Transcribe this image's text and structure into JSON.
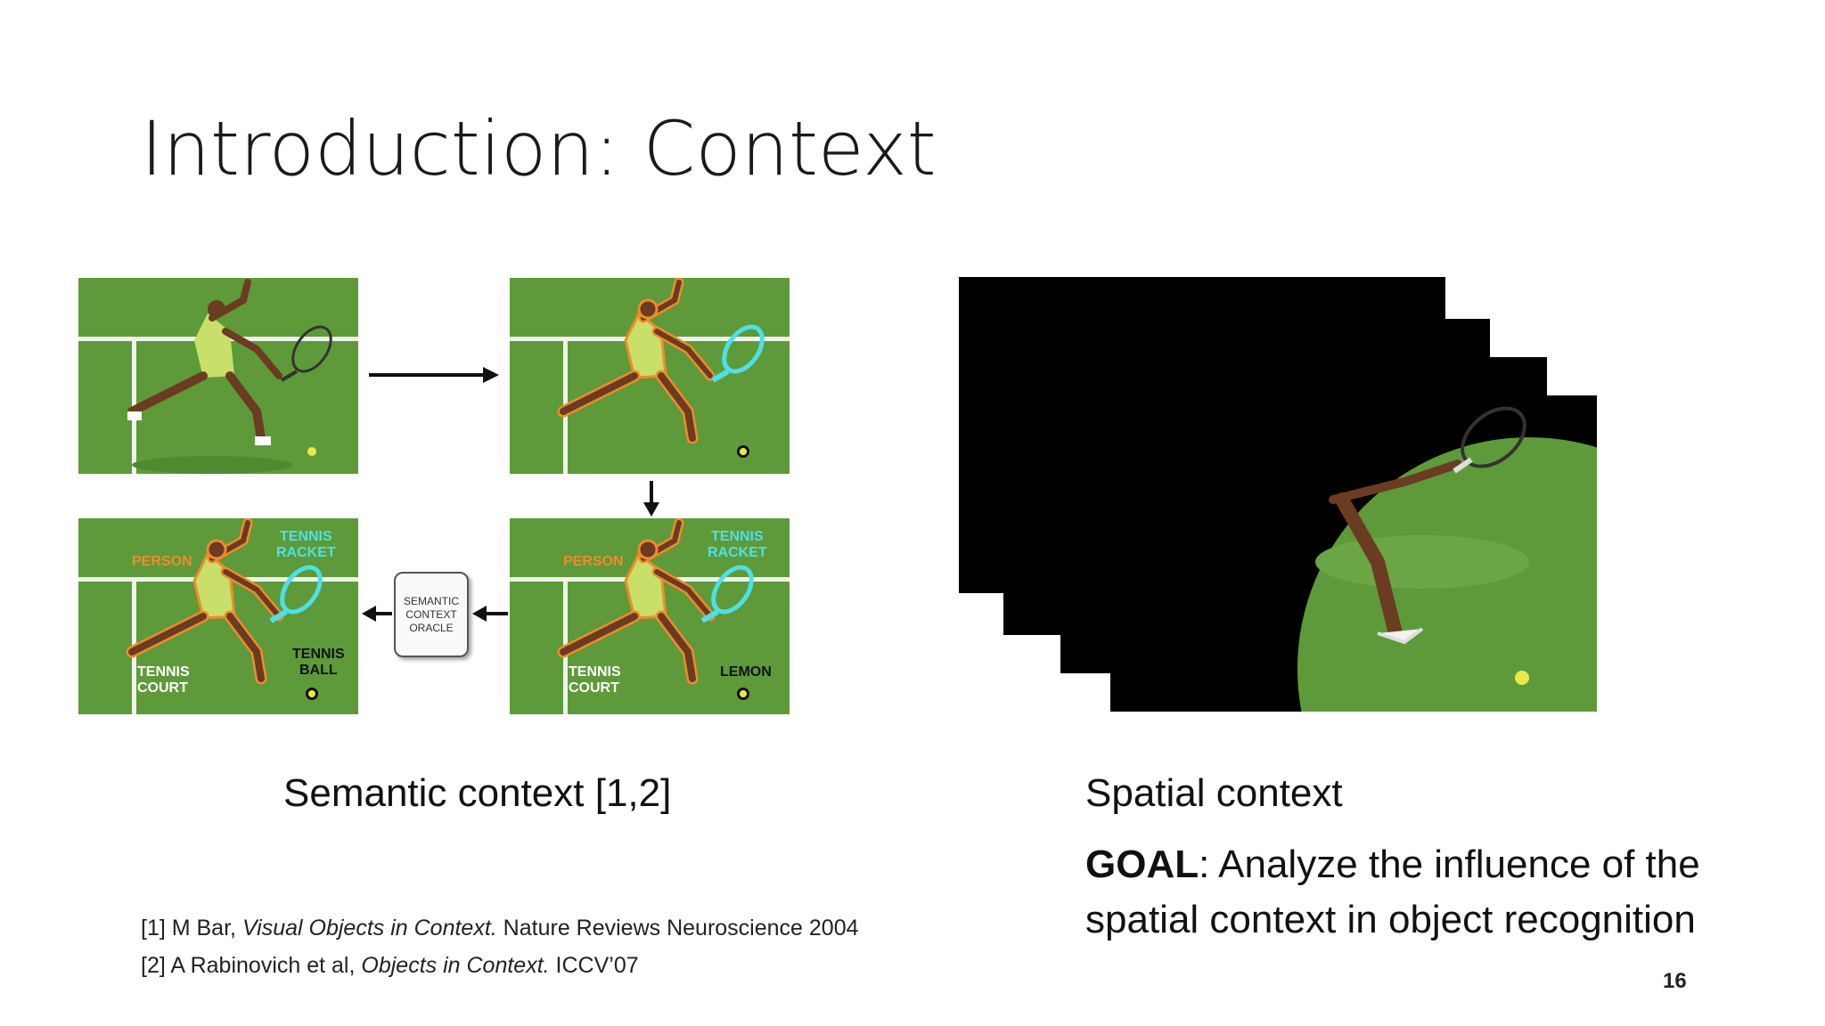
{
  "slide": {
    "title": "Introduction: Context",
    "page_number": "16"
  },
  "semantic_figure": {
    "panels": {
      "bottom_right": {
        "labels": {
          "person": "PERSON",
          "tennis_racket": "TENNIS\nRACKET",
          "tennis_court": "TENNIS\nCOURT",
          "lemon": "LEMON"
        }
      },
      "bottom_left": {
        "labels": {
          "person": "PERSON",
          "tennis_racket": "TENNIS\nRACKET",
          "tennis_court": "TENNIS\nCOURT",
          "tennis_ball": "TENNIS\nBALL"
        }
      }
    },
    "oracle_label": "SEMANTIC\nCONTEXT\nORACLE"
  },
  "captions": {
    "semantic": "Semantic context [1,2]",
    "spatial": "Spatial context"
  },
  "goal": {
    "label": "GOAL",
    "text": ": Analyze the influence of the spatial context in object recognition"
  },
  "references": [
    {
      "prefix": "[1] M Bar, ",
      "title": "Visual Objects in Context.",
      "suffix": " Nature Reviews Neuroscience 2004"
    },
    {
      "prefix": "[2] A Rabinovich et al, ",
      "title": "Objects in Context.",
      "suffix": " ICCV’07"
    }
  ],
  "colors": {
    "court_green": "#5e9a3a",
    "outline_orange": "#f28a2b",
    "outline_cyan": "#4ee0e8",
    "mask_black": "#000000"
  }
}
